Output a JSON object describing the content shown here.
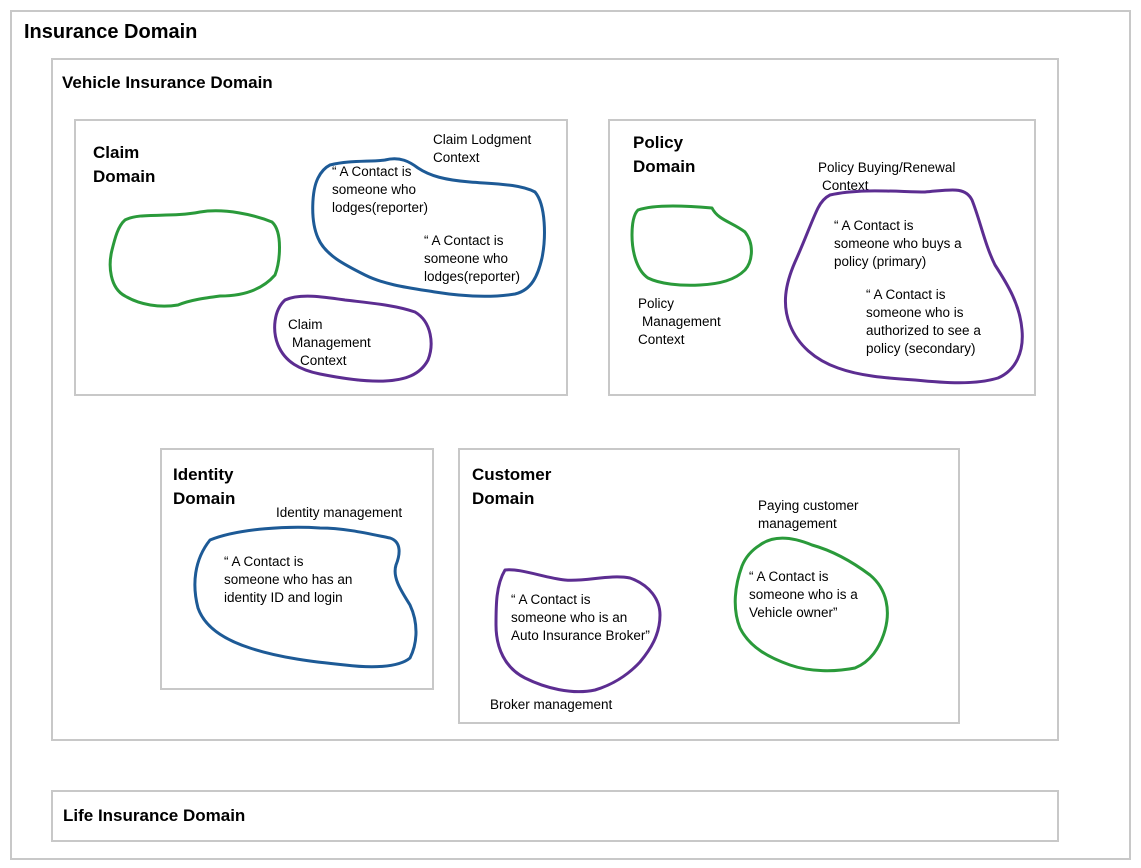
{
  "insurance_domain": {
    "title": "Insurance Domain"
  },
  "vehicle_domain": {
    "title": "Vehicle Insurance Domain"
  },
  "claim_domain": {
    "title_line1": "Claim",
    "title_line2": "Domain",
    "lodgment_context_line1": "Claim Lodgment",
    "lodgment_context_line2": "Context",
    "quote1_line1": "“ A Contact is",
    "quote1_line2": "someone who",
    "quote1_line3": "lodges(reporter)",
    "quote2_line1": "“ A Contact is",
    "quote2_line2": "someone who",
    "quote2_line3": "lodges(reporter)",
    "management_context_line1": "Claim",
    "management_context_line2": "Management",
    "management_context_line3": "Context"
  },
  "policy_domain": {
    "title_line1": "Policy",
    "title_line2": "Domain",
    "buying_context_line1": "Policy Buying/Renewal",
    "buying_context_line2": "Context",
    "quote1_line1": "“ A Contact is",
    "quote1_line2": "someone who buys a",
    "quote1_line3": "policy (primary)",
    "quote2_line1": "“ A Contact is",
    "quote2_line2": "someone who is",
    "quote2_line3": "authorized to see a",
    "quote2_line4": "policy (secondary)",
    "management_context_line1": "Policy",
    "management_context_line2": "Management",
    "management_context_line3": "Context"
  },
  "identity_domain": {
    "title_line1": "Identity",
    "title_line2": "Domain",
    "context_label": "Identity management",
    "quote_line1": "“ A Contact is",
    "quote_line2": "someone who has an",
    "quote_line3": "identity ID and login"
  },
  "customer_domain": {
    "title_line1": "Customer",
    "title_line2": "Domain",
    "paying_context_line1": "Paying customer",
    "paying_context_line2": "management",
    "paying_quote_line1": "“ A Contact is",
    "paying_quote_line2": "someone who is a",
    "paying_quote_line3": "Vehicle owner”",
    "broker_quote_line1": "“ A Contact is",
    "broker_quote_line2": "someone who is an",
    "broker_quote_line3": "Auto Insurance Broker”",
    "broker_context_label": "Broker management"
  },
  "life_domain": {
    "title": "Life Insurance Domain"
  },
  "colors": {
    "box_border": "#c8c8c8",
    "blue_context": "#1d5a96",
    "green_context": "#2a9a3a",
    "purple_context": "#5c2d91"
  }
}
